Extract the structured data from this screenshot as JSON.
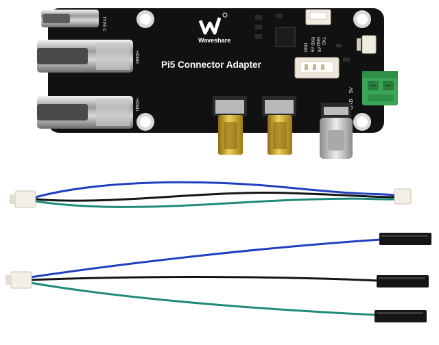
{
  "product": {
    "board_title": "Pi5 Connector Adapter",
    "brand": "Waveshare",
    "silkscreen": {
      "type_c": "TYPE C",
      "hdmi0": "HDMI0",
      "hdmi1": "HDMI1",
      "uart_rxd": "RXD",
      "uart_gnd": "GND",
      "uart_txd": "TXD",
      "fan_gnd": "GND",
      "fan_5v_a": "5V",
      "fan_5v_b": "5V",
      "pwr_gnd": "GND",
      "pwr_5v": "5V"
    }
  },
  "colors": {
    "pcb": "#111111",
    "wire_blue": "#1f3fbf",
    "wire_black": "#141414",
    "wire_green": "#1e8a78",
    "gold": "#c9a227",
    "terminal_green": "#3aa655"
  }
}
